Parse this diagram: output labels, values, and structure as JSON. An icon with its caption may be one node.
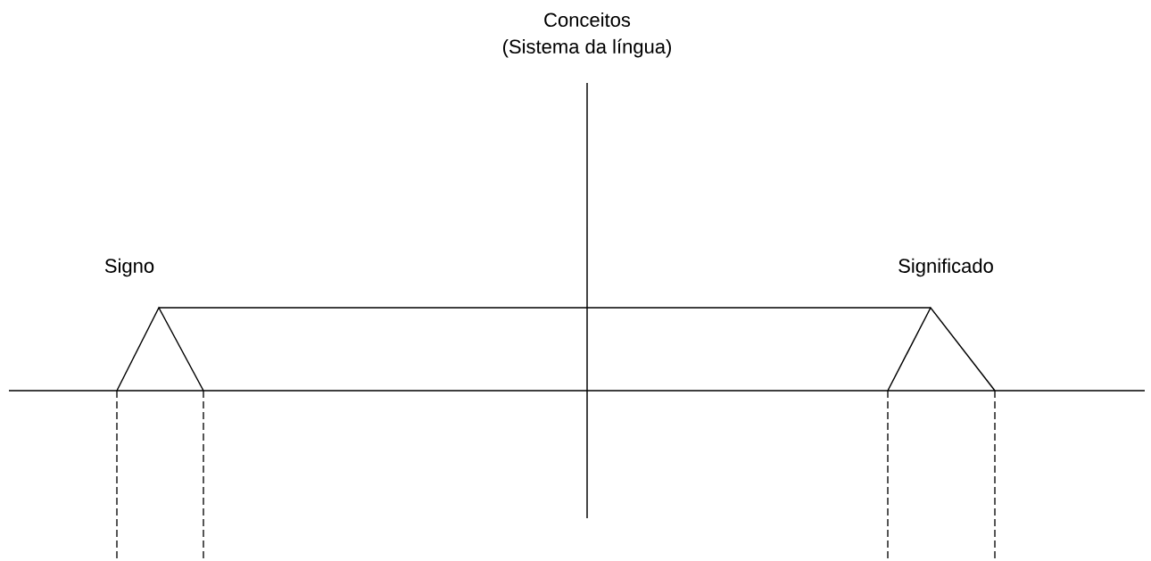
{
  "diagram": {
    "labels": [
      "Conceitos",
      "(Sistema da língua)",
      "Signo",
      "Significado"
    ]
  }
}
